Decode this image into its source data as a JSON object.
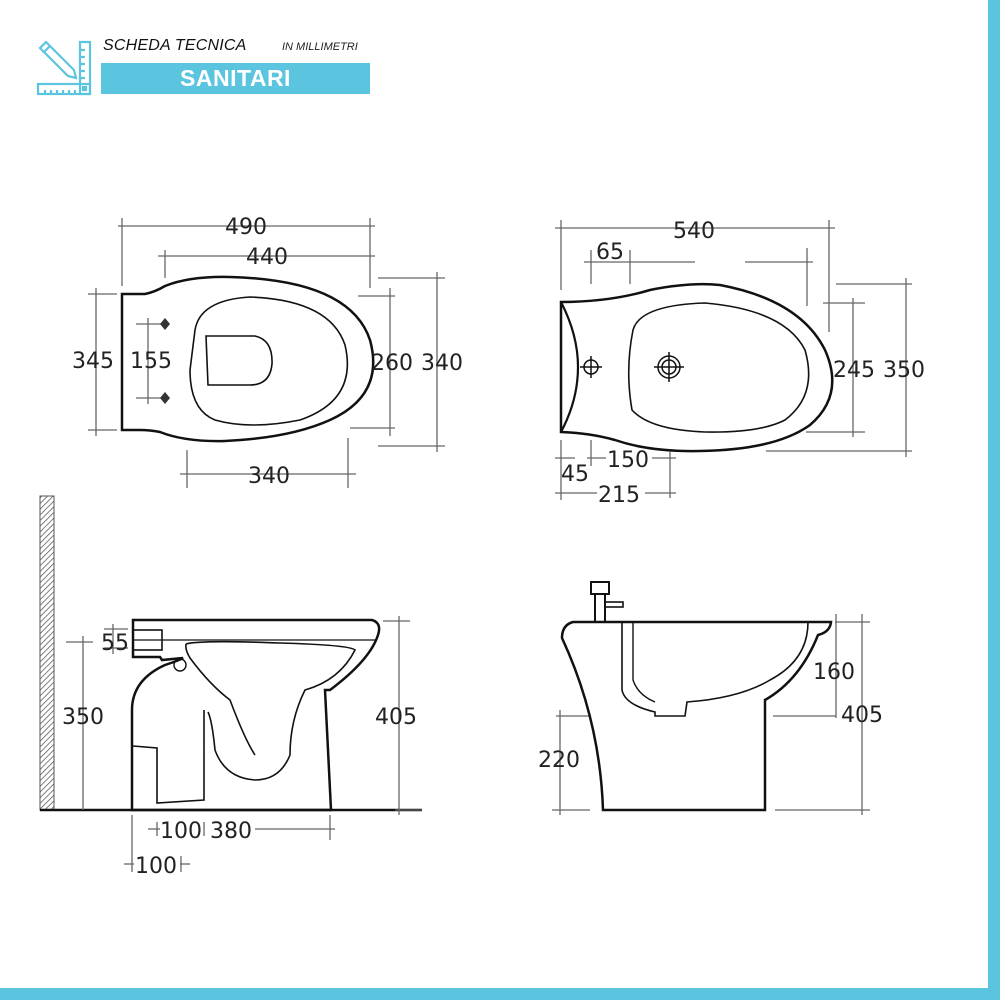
{
  "header": {
    "title": "SCHEDA TECNICA",
    "unit": "IN MILLIMETRI",
    "category": "SANITARI",
    "icon": "ruler-pencil-icon"
  },
  "colors": {
    "accent": "#5bc5df",
    "line": "#111111",
    "dimension_line": "#555555"
  },
  "views": {
    "wc_top": {
      "name": "WC top view",
      "dimensions": {
        "overall_length": "490",
        "bowl_length": "440",
        "rear_width": "345",
        "fixing_holes_spacing": "155",
        "inner_width": "260",
        "overall_width": "340",
        "front_section": "340"
      }
    },
    "bidet_top": {
      "name": "Bidet top view",
      "dimensions": {
        "overall_length": "540",
        "tap_hole_offset": "65",
        "inner_width": "245",
        "overall_width": "350",
        "rear_offset": "45",
        "drain_offset": "150",
        "drain_distance": "215"
      }
    },
    "wc_side": {
      "name": "WC side view",
      "dimensions": {
        "rim_thickness": "55",
        "inlet_height": "350",
        "overall_height": "405",
        "outlet_width": "100",
        "outlet_to_front": "380",
        "wall_to_outlet": "100"
      }
    },
    "bidet_side": {
      "name": "Bidet side view",
      "dimensions": {
        "bowl_depth": "160",
        "overall_height": "405",
        "drain_height": "220"
      }
    }
  }
}
